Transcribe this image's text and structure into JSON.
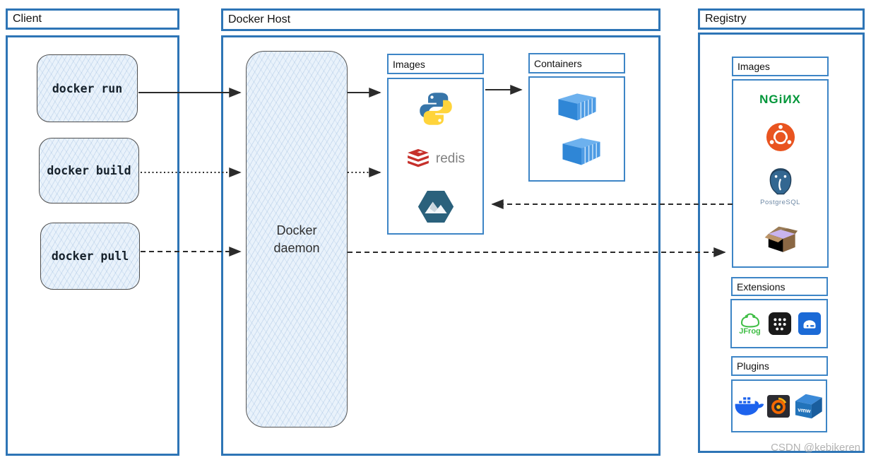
{
  "client": {
    "title": "Client",
    "commands": [
      {
        "label": "docker run"
      },
      {
        "label": "docker build"
      },
      {
        "label": "docker pull"
      }
    ]
  },
  "docker_host": {
    "title": "Docker Host",
    "daemon": {
      "line1": "Docker",
      "line2": "daemon"
    },
    "images_title": "Images",
    "redis_label": "redis",
    "containers_title": "Containers"
  },
  "registry": {
    "title": "Registry",
    "images_title": "Images",
    "nginx_label": "NGiИX",
    "postgresql_label": "PostgreSQL",
    "extensions_title": "Extensions",
    "jfrog_label": "JFrog",
    "plugins_title": "Plugins",
    "vmware_label": "vmw"
  },
  "watermark": "CSDN @kebikeren",
  "colors": {
    "panel_border": "#2e75b6",
    "inner_border": "#3d85c6",
    "nginx_green": "#009639",
    "redis_red": "#c6302b",
    "ubuntu_orange": "#e95420",
    "docker_blue": "#1d63ed",
    "arrow": "#2b2b2b"
  }
}
